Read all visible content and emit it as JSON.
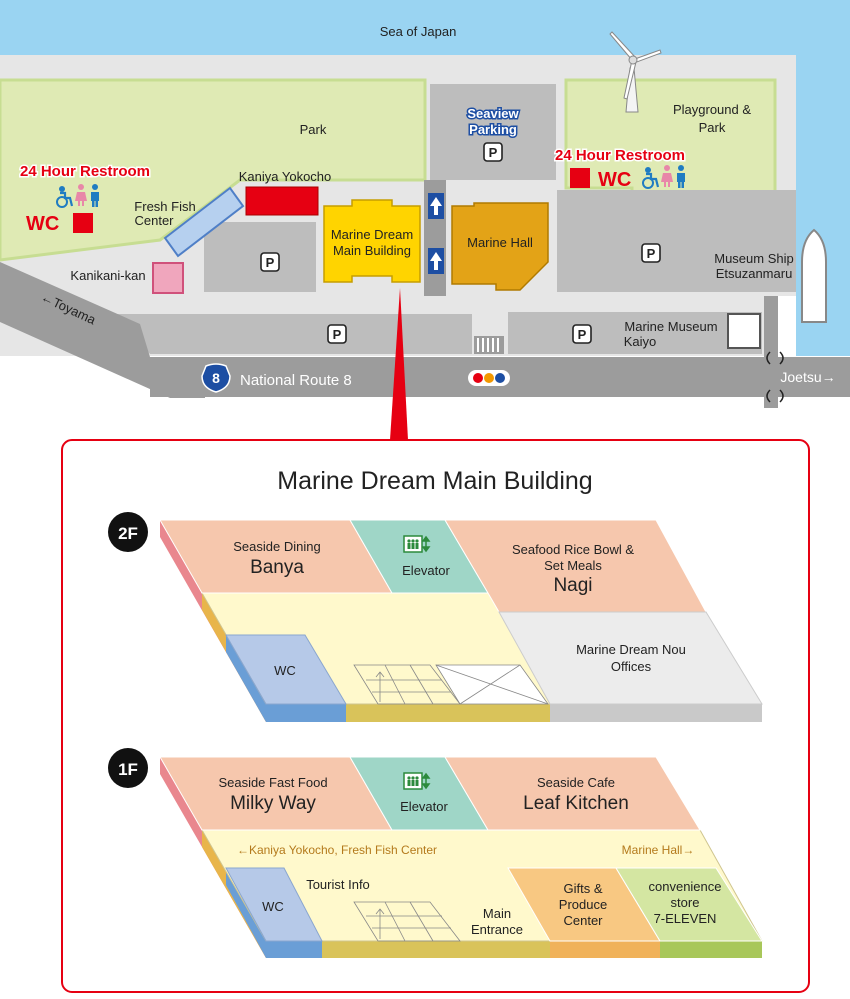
{
  "map": {
    "sea": "Sea of Japan",
    "park": "Park",
    "playground": [
      "Playground &",
      "Park"
    ],
    "seaview_parking": [
      "Seaview",
      "Parking"
    ],
    "restroom_left": "24 Hour Restroom",
    "restroom_right": "24 Hour Restroom",
    "wc": "WC",
    "kaniya": "Kaniya Yokocho",
    "fresh_fish": [
      "Fresh Fish",
      "Center"
    ],
    "kanikani": "Kanikani-kan",
    "main_building": [
      "Marine Dream",
      "Main Building"
    ],
    "marine_hall": "Marine Hall",
    "museum_ship": [
      "Museum Ship",
      "Etsuzanmaru"
    ],
    "marine_museum": [
      "Marine Museum",
      "Kaiyo"
    ],
    "toyama": "←Toyama",
    "route_number": "8",
    "route": "National Route 8",
    "joetsu": "Joetsu→",
    "parking": "P",
    "colors": {
      "sea": "#9ad4f2",
      "park": "#dfeab4",
      "main": "#ffd400",
      "hall": "#e3a317",
      "accent": "#e60012"
    }
  },
  "building": {
    "title": "Marine Dream Main Building",
    "floor2": {
      "badge": "2F",
      "banya_sub": "Seaside Dining",
      "banya": "Banya",
      "elevator": "Elevator",
      "nagi_sub": [
        "Seafood Rice Bowl &",
        "Set Meals"
      ],
      "nagi": "Nagi",
      "wc": "WC",
      "offices": [
        "Marine Dream Nou",
        "Offices"
      ]
    },
    "floor1": {
      "badge": "1F",
      "milky_sub": "Seaside Fast Food",
      "milky": "Milky Way",
      "elevator": "Elevator",
      "leaf_sub": "Seaside Cafe",
      "leaf": "Leaf Kitchen",
      "corridor_left": "←Kaniya Yokocho, Fresh Fish Center",
      "corridor_right": "Marine Hall→",
      "wc": "WC",
      "tourist": "Tourist Info",
      "entrance": [
        "Main",
        "Entrance"
      ],
      "gifts": [
        "Gifts &",
        "Produce",
        "Center"
      ],
      "store": [
        "convenience",
        "store",
        "7-ELEVEN"
      ]
    }
  }
}
